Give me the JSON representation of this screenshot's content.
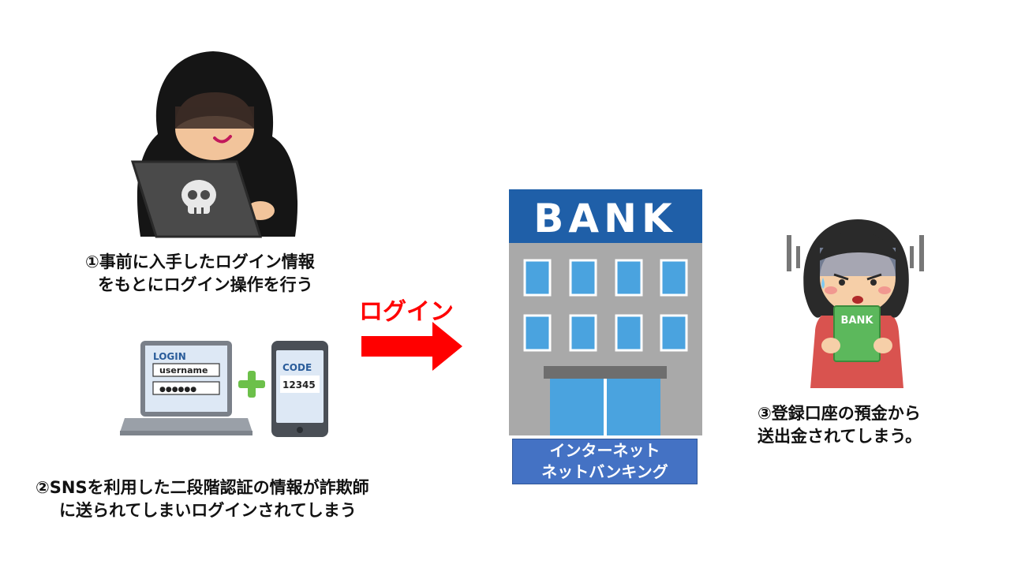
{
  "scene": {
    "steps": {
      "step1": [
        "①事前に入手したログイン情報",
        "をもとにログイン操作を行う"
      ],
      "step2": [
        "②SNSを利用した二段階認証の情報が詐欺師",
        "に送られてしまいログインされてしまう"
      ],
      "step3": [
        "③登録口座の預金から",
        "送出金されてしまう。"
      ]
    },
    "arrow_label": "ログイン",
    "bank": {
      "sign": "BANK",
      "caption": [
        "インターネット",
        "ネットバンキング"
      ]
    },
    "login_screen": {
      "title": "LOGIN",
      "username": "username",
      "password": "●●●●●●"
    },
    "phone": {
      "code_label": "CODE",
      "code_value": "12345"
    },
    "passbook_label": "BANK",
    "colors": {
      "arrow": "#ff0000",
      "bank_sign": "#1f5fa8",
      "bank_building": "#a9a9a9",
      "caption_box": "#4472c4"
    }
  }
}
